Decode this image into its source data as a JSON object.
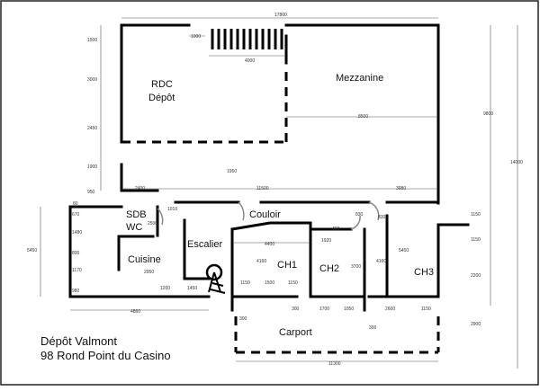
{
  "rooms": {
    "rdc": "RDC",
    "depot": "Dépôt",
    "mezzanine": "Mezzanine",
    "sdb": "SDB",
    "wc": "WC",
    "cuisine": "Cuisine",
    "escalier": "Escalier",
    "couloir": "Couloir",
    "ch1": "CH1",
    "ch2": "CH2",
    "ch3": "CH3",
    "carport": "Carport"
  },
  "caption": {
    "line1": "Dépôt Valmont",
    "line2": "98 Rond Point du Casino"
  },
  "dimensions": {
    "top_total": "17800",
    "stair_width": "1000",
    "stair_run": "4000",
    "mezz_width": "8500",
    "left_1500": "1500",
    "left_3000": "3000",
    "left_2450": "2450",
    "left_1900": "1900",
    "left_950": "950",
    "mid_1950": "1950",
    "wall_2400": "2400",
    "wall_11500": "11500",
    "wall_3980": "3980",
    "right_9800": "9800",
    "right_14000": "14000",
    "r_1150a": "1150",
    "r_1150b": "1150",
    "r_2200": "2200",
    "r_2900": "2900",
    "left_5450": "5450",
    "left_80": "80",
    "left_670": "670",
    "left_1480": "1480",
    "left_800": "800",
    "left_1170": "1170",
    "left_980": "980",
    "sdb_1010": "1010",
    "sdb_2500": "2500",
    "cuis_2950": "2950",
    "cuis_1200": "1200",
    "cuis_1450": "1450",
    "bot_4860": "4860",
    "couloir_4400": "4400",
    "ch2_1920": "1920",
    "ch2_460": "460",
    "ch2_830a": "830",
    "ch2_830b": "830",
    "ch1_4160": "4160",
    "ch2_3700": "3700",
    "ch3_4160": "4160",
    "ch3_5450": "5450",
    "ch1_1150a": "1150",
    "ch1_1500": "1500",
    "ch1_1150b": "1150",
    "ch1_300": "300",
    "ch2_1700": "1700",
    "ch2_1050": "1050",
    "ch3_2600": "2600",
    "ch3_1150": "1150",
    "esc_300": "300",
    "ch2_300": "300",
    "carport_11300": "11300"
  }
}
